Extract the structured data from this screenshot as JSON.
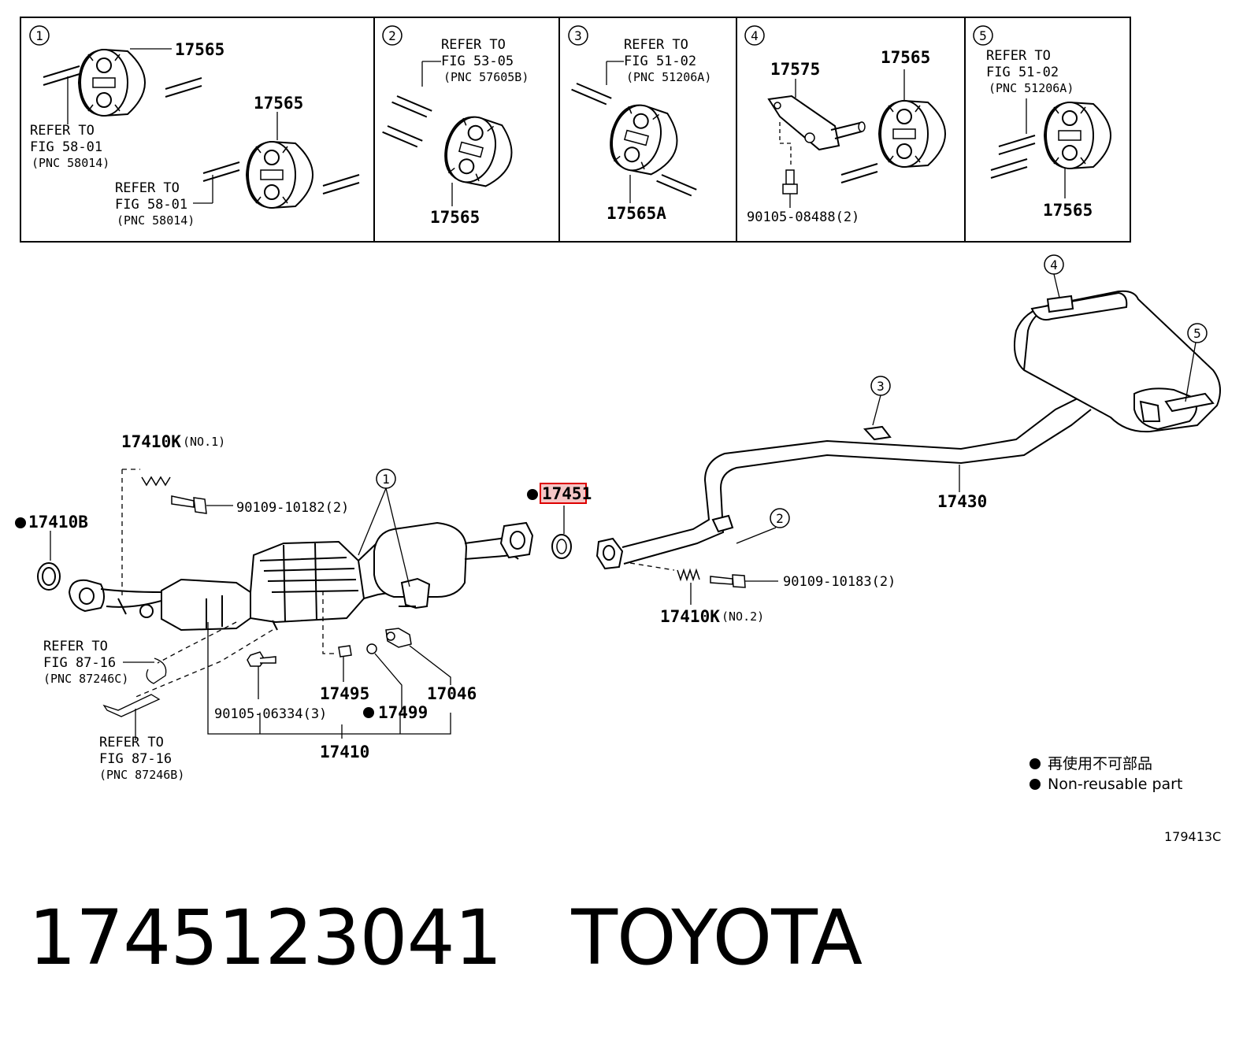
{
  "diagram": {
    "document_id": "179413C",
    "highlighted_part": "17451",
    "detail_panels": [
      {
        "index": "1",
        "parts": [
          "17565",
          "17565"
        ],
        "refs": [
          {
            "refer": "REFER TO",
            "fig": "FIG 58-01",
            "pnc": "(PNC 58014)"
          },
          {
            "refer": "REFER TO",
            "fig": "FIG 58-01",
            "pnc": "(PNC 58014)"
          }
        ]
      },
      {
        "index": "2",
        "parts": [
          "17565"
        ],
        "refs": [
          {
            "refer": "REFER TO",
            "fig": "FIG 53-05",
            "pnc": "(PNC 57605B)"
          }
        ]
      },
      {
        "index": "3",
        "parts": [
          "17565A"
        ],
        "refs": [
          {
            "refer": "REFER TO",
            "fig": "FIG 51-02",
            "pnc": "(PNC 51206A)"
          }
        ]
      },
      {
        "index": "4",
        "parts": [
          "17575",
          "17565",
          "90105-08488(2)"
        ],
        "refs": []
      },
      {
        "index": "5",
        "parts": [
          "17565"
        ],
        "refs": [
          {
            "refer": "REFER TO",
            "fig": "FIG 51-02",
            "pnc": "(PNC 51206A)"
          }
        ]
      }
    ],
    "main_labels": {
      "p17410k_1": "17410K",
      "p17410k_1_note": "(NO.1)",
      "p90109_10182": "90109-10182(2)",
      "p17410b": "17410B",
      "p17451": "17451",
      "p17430": "17430",
      "p90109_10183": "90109-10183(2)",
      "p17410k_2": "17410K",
      "p17410k_2_note": "(NO.2)",
      "p90105_06334": "90105-06334(3)",
      "p17495": "17495",
      "p17499": "17499",
      "p17046": "17046",
      "p17410": "17410",
      "callout_1": "1",
      "callout_2": "2",
      "callout_3": "3",
      "callout_4": "4",
      "callout_5": "5"
    },
    "main_refs": [
      {
        "refer": "REFER TO",
        "fig": "FIG 87-16",
        "pnc": "(PNC 87246C)"
      },
      {
        "refer": "REFER TO",
        "fig": "FIG 87-16",
        "pnc": "(PNC 87246B)"
      }
    ],
    "legend": {
      "jp": "再使用不可部品",
      "en": "Non-reusable part"
    }
  },
  "caption": {
    "part_number": "1745123041",
    "brand": "TOYOTA"
  }
}
